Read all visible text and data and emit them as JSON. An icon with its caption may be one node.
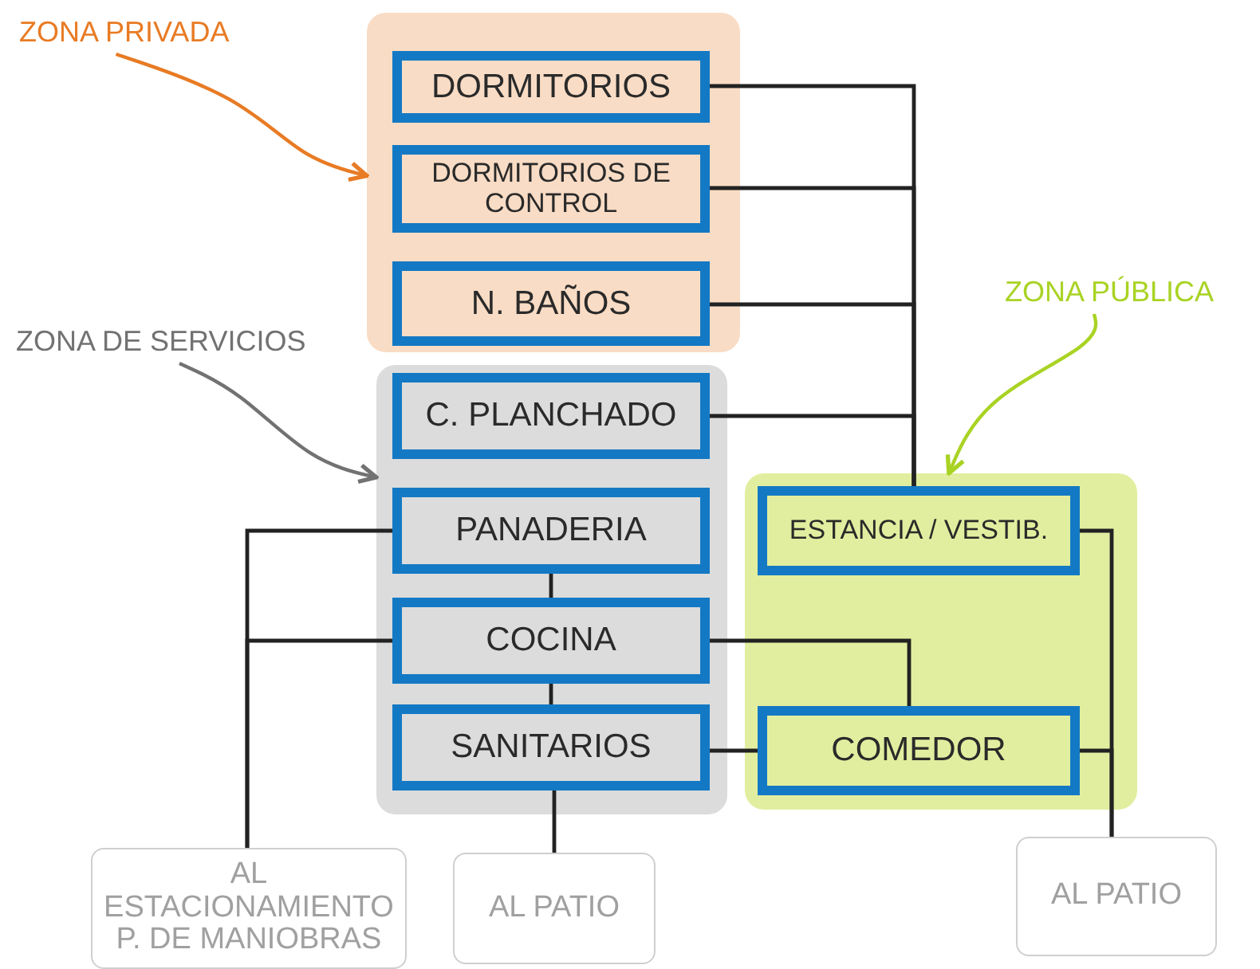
{
  "diagram": {
    "nodes": [
      {
        "text": [
          "ZONA PRIVADA"
        ]
      },
      {
        "text": [],
        "shape": "box"
      },
      {
        "text": [
          "DORMITORIOS"
        ],
        "in": 1
      },
      {
        "text": [
          "DORMITORIOS DE CONTROL"
        ],
        "in": 1
      },
      {
        "text": [
          "N. BAÑOS"
        ],
        "in": 1
      },
      {
        "text": [
          "ZONA DE SERVICIOS"
        ]
      },
      {
        "text": [],
        "shape": "box"
      },
      {
        "text": [
          "C. PLANCHADO"
        ],
        "in": 6
      },
      {
        "text": [
          "PANADERIA"
        ],
        "in": 6
      },
      {
        "text": [
          "COCINA"
        ],
        "in": 6
      },
      {
        "text": [
          "SANITARIOS"
        ],
        "in": 6
      },
      {
        "text": [
          "ZONA PÚBLICA"
        ]
      },
      {
        "text": [],
        "shape": "box"
      },
      {
        "text": [
          "ESTANCIA / VESTIB."
        ],
        "in": 12
      },
      {
        "text": [
          "COMEDOR"
        ],
        "in": 12
      },
      {
        "text": [
          "AL ESTACIONAMIENTO P. DE MANIOBRAS"
        ]
      },
      {
        "text": [
          "AL PATIO"
        ]
      },
      {
        "text": [
          "AL PATIO"
        ]
      }
    ],
    "edges": [
      {
        "from": 0,
        "to": 1,
        "arrow": "to",
        "color": "#e87b24"
      },
      {
        "from": 5,
        "to": 6,
        "arrow": "to",
        "color": "#727272"
      },
      {
        "from": 11,
        "to": 12,
        "arrow": "to",
        "color": "#a9d324"
      },
      {
        "from": 2,
        "to": 13,
        "arrow": "none"
      },
      {
        "from": 3,
        "to": 13,
        "arrow": "none"
      },
      {
        "from": 4,
        "to": 13,
        "arrow": "none"
      },
      {
        "from": 7,
        "to": 13,
        "arrow": "none"
      },
      {
        "from": 8,
        "to": 15,
        "arrow": "none"
      },
      {
        "from": 9,
        "to": 15,
        "arrow": "none"
      },
      {
        "from": 8,
        "to": 9,
        "arrow": "none"
      },
      {
        "from": 9,
        "to": 10,
        "arrow": "none"
      },
      {
        "from": 10,
        "to": 16,
        "arrow": "none"
      },
      {
        "from": 9,
        "to": 14,
        "arrow": "none"
      },
      {
        "from": 10,
        "to": 14,
        "arrow": "none"
      },
      {
        "from": 13,
        "to": 17,
        "arrow": "none"
      },
      {
        "from": 14,
        "to": 17,
        "arrow": "none"
      }
    ]
  }
}
